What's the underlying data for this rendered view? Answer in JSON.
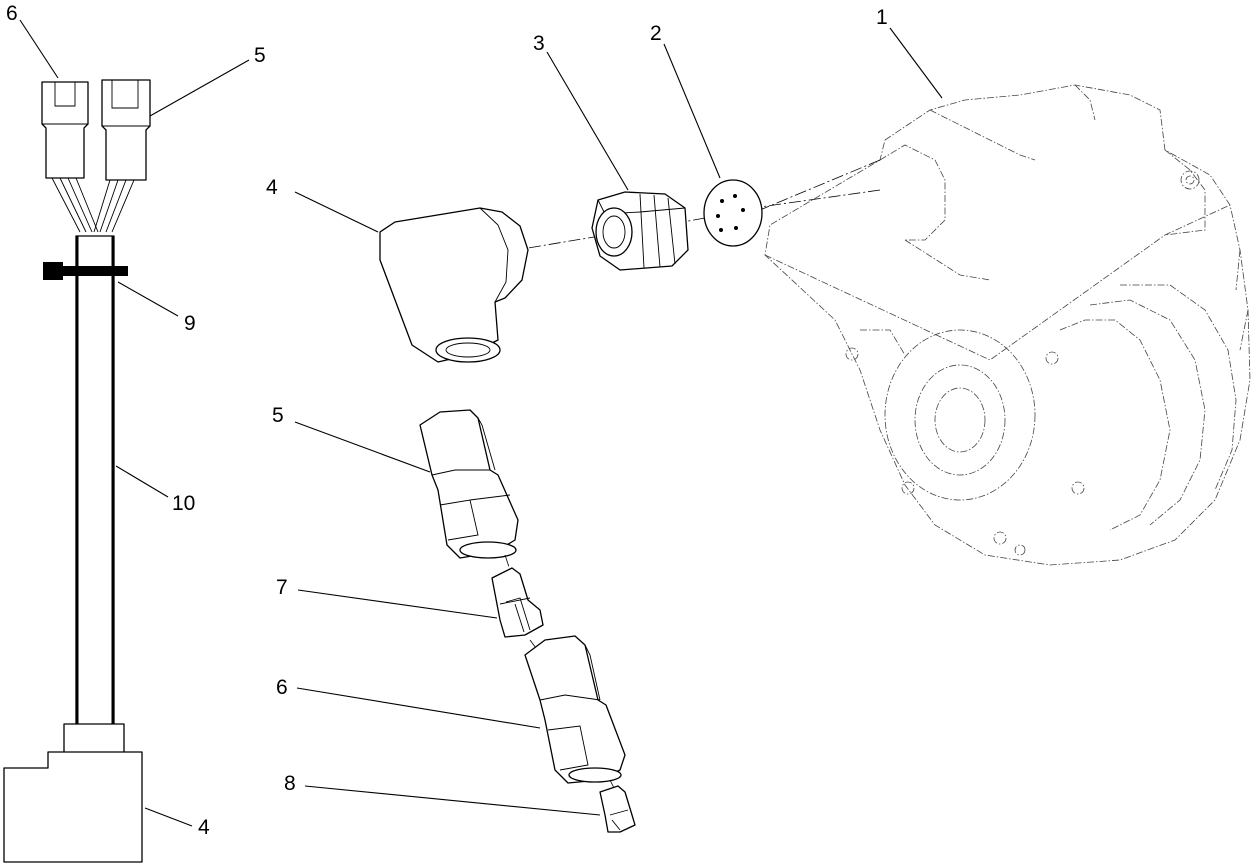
{
  "callouts": [
    {
      "id": "pump",
      "label": "1"
    },
    {
      "id": "seal",
      "label": "2"
    },
    {
      "id": "nut",
      "label": "3"
    },
    {
      "id": "elbow-connector",
      "label": "4"
    },
    {
      "id": "harness-plug-a",
      "label": "5"
    },
    {
      "id": "harness-plug-b",
      "label": "6"
    },
    {
      "id": "harness-tie",
      "label": "9"
    },
    {
      "id": "harness-cable",
      "label": "10"
    },
    {
      "id": "harness-end-connector",
      "label": "4"
    },
    {
      "id": "connector-body-a",
      "label": "5"
    },
    {
      "id": "wedge-lock-a",
      "label": "7"
    },
    {
      "id": "connector-body-b",
      "label": "6"
    },
    {
      "id": "wedge-lock-b",
      "label": "8"
    }
  ]
}
